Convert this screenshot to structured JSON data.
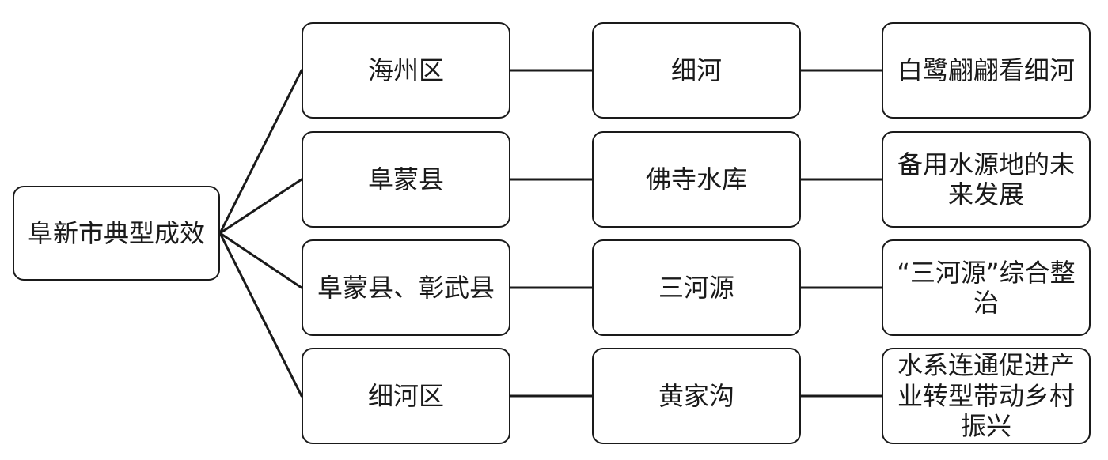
{
  "root": {
    "label": "阜新市典型成效"
  },
  "rows": [
    {
      "area": "海州区",
      "river": "细河",
      "effect": "白鹭翩翩看细河"
    },
    {
      "area": "阜蒙县",
      "river": "佛寺水库",
      "effect": "备用水源地的未来发展"
    },
    {
      "area": "阜蒙县、彰武县",
      "river": "三河源",
      "effect": "“三河源”综合整治"
    },
    {
      "area": "细河区",
      "river": "黄家沟",
      "effect": "水系连通促进产业转型带动乡村振兴"
    }
  ]
}
